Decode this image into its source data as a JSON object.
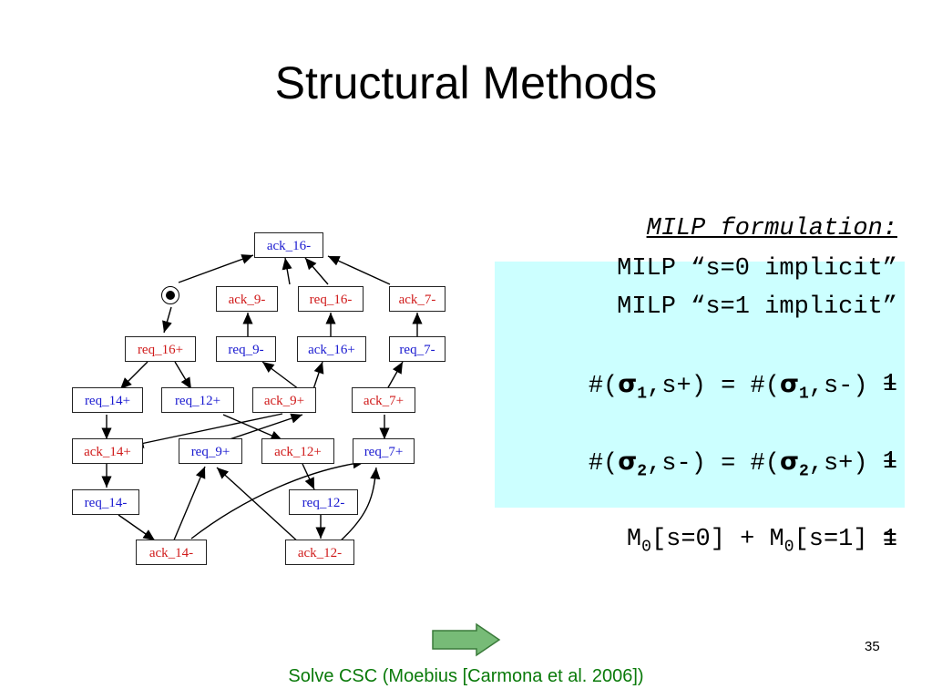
{
  "slide": {
    "title": "Structural Methods",
    "page_number": "35",
    "footer": "Solve CSC (Moebius [Carmona et al. 2006])"
  },
  "graph": {
    "nodes": {
      "ack_16m": "ack_16-",
      "ack_9m": "ack_9-",
      "req_16m": "req_16-",
      "ack_7m": "ack_7-",
      "req_16p": "req_16+",
      "req_9m": "req_9-",
      "ack_16p": "ack_16+",
      "req_7m": "req_7-",
      "req_14p": "req_14+",
      "req_12p": "req_12+",
      "ack_9p": "ack_9+",
      "ack_7p": "ack_7+",
      "ack_14p": "ack_14+",
      "req_9p": "req_9+",
      "ack_12p": "ack_12+",
      "req_7p": "req_7+",
      "req_14m": "req_14-",
      "req_12m": "req_12-",
      "ack_14m": "ack_14-",
      "ack_12m": "ack_12-"
    },
    "colors": {
      "blue": "#1a1ad0",
      "red": "#d01a1a"
    }
  },
  "milp": {
    "heading": "MILP formulation:",
    "line1": "MILP “s=0 implicit”",
    "line2": "MILP “s=1 implicit”",
    "eq1_pre": "#(",
    "eq1_sigma": "σ",
    "eq1_sub": "1",
    "eq1_mid": ",s+) = #(",
    "eq1_sigma2": "σ",
    "eq1_sub2": "1",
    "eq1_post": ",s-) +",
    "eq1_cont": "1",
    "eq2_pre": "#(",
    "eq2_sigma": "σ",
    "eq2_sub": "2",
    "eq2_mid": ",s-) = #(",
    "eq2_sigma2": "σ",
    "eq2_sub2": "2",
    "eq2_post": ",s+) +",
    "eq2_cont": "1",
    "eq3_a": "M",
    "eq3_a_sub": "0",
    "eq3_b": "[s=0] + M",
    "eq3_b_sub": "0",
    "eq3_c": "[s=1] =",
    "eq3_cont": "1",
    "highlight_color": "#ccffff"
  },
  "arrow": {
    "color": "#77bb77",
    "icon": "right-arrow-icon"
  }
}
